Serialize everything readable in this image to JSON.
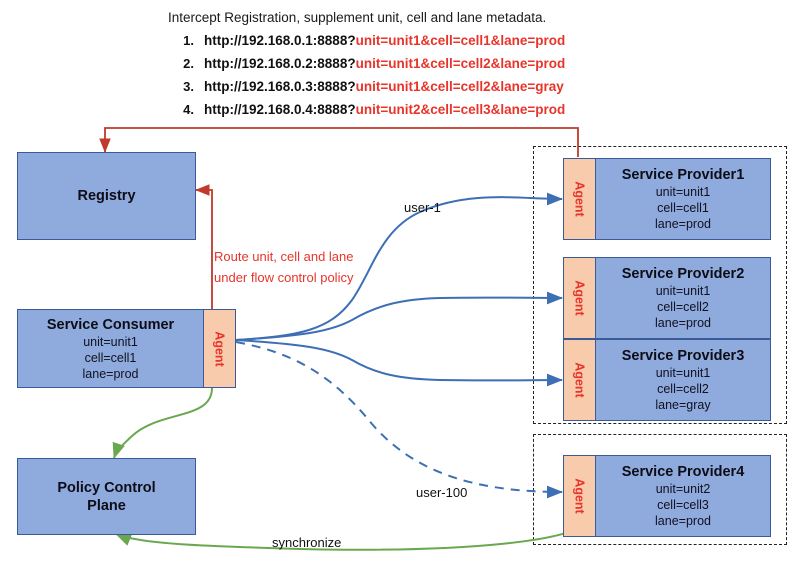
{
  "header": {
    "title": "Intercept Registration, supplement unit, cell and lane metadata.",
    "urls": [
      {
        "index": "1.",
        "base": "http://192.168.0.1:8888?",
        "query": "unit=unit1&cell=cell1&lane=prod"
      },
      {
        "index": "2.",
        "base": "http://192.168.0.2:8888?",
        "query": "unit=unit1&cell=cell2&lane=prod"
      },
      {
        "index": "3.",
        "base": "http://192.168.0.3:8888?",
        "query": "unit=unit1&cell=cell2&lane=gray"
      },
      {
        "index": "4.",
        "base": "http://192.168.0.4:8888?",
        "query": "unit=unit2&cell=cell3&lane=prod"
      }
    ]
  },
  "nodes": {
    "registry": {
      "title": "Registry"
    },
    "consumer": {
      "title": "Service Consumer",
      "unit": "unit=unit1",
      "cell": "cell=cell1",
      "lane": "lane=prod",
      "agent": "Agent"
    },
    "policy_plane": {
      "title": "Policy Control",
      "title2": "Plane"
    },
    "providers": [
      {
        "title": "Service Provider1",
        "unit": "unit=unit1",
        "cell": "cell=cell1",
        "lane": "lane=prod",
        "agent": "Agent"
      },
      {
        "title": "Service Provider2",
        "unit": "unit=unit1",
        "cell": "cell=cell2",
        "lane": "lane=prod",
        "agent": "Agent"
      },
      {
        "title": "Service Provider3",
        "unit": "unit=unit1",
        "cell": "cell=cell2",
        "lane": "lane=gray",
        "agent": "Agent"
      },
      {
        "title": "Service Provider4",
        "unit": "unit=unit2",
        "cell": "cell=cell3",
        "lane": "lane=prod",
        "agent": "Agent"
      }
    ]
  },
  "labels": {
    "route_line1": "Route unit, cell and lane",
    "route_line2": "under flow control policy",
    "user_first": "user-1",
    "user_last": "user-100",
    "synchronize": "synchronize"
  },
  "colors": {
    "box_fill": "#8faadc",
    "box_border": "#3b5a99",
    "agent_fill": "#f8cbad",
    "accent_red": "#e8342a",
    "flow_blue": "#3d6fb4",
    "sync_green": "#6aa84f",
    "zone_dash": "#222222"
  }
}
